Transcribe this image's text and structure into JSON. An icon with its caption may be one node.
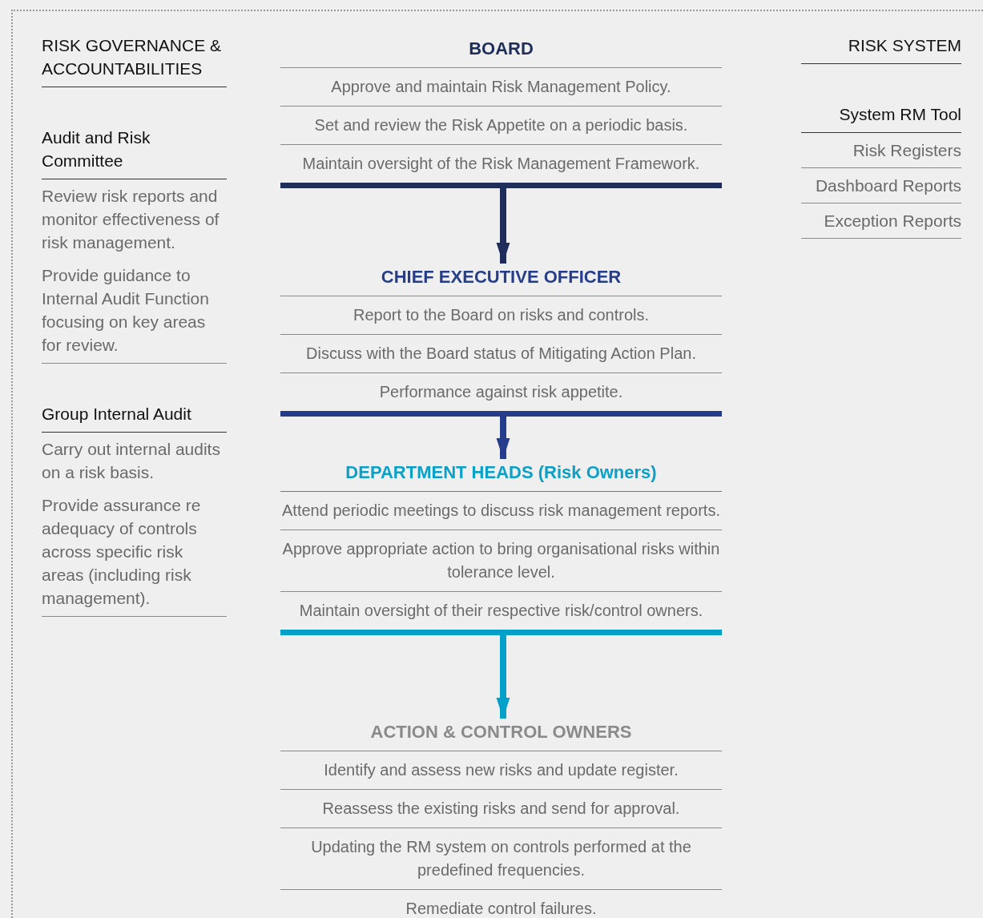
{
  "diagram": {
    "nodes": [
      {
        "text": [
          "BOARD",
          "Approve and maintain Risk Management Policy.",
          "Set and review the Risk Appetite on a periodic basis.",
          "Maintain oversight of the Risk Management Framework."
        ]
      },
      {
        "text": [
          "CHIEF EXECUTIVE OFFICER",
          "Report to the Board on risks and controls.",
          "Discuss with the Board status of Mitigating Action Plan.",
          "Performance against risk appetite."
        ]
      },
      {
        "text": [
          "DEPARTMENT HEADS (Risk Owners)",
          "Attend periodic meetings to discuss risk management reports.",
          "Approve appropriate action to bring organisational risks within tolerance level.",
          "Maintain oversight of their respective risk/control owners."
        ]
      },
      {
        "text": [
          "ACTION & CONTROL OWNERS",
          "Identify and assess new risks and update register.",
          "Reassess the existing risks and send for approval.",
          "Updating the RM system on controls performed at the predefined frequencies.",
          "Remediate control failures."
        ]
      }
    ],
    "edges": [
      {
        "from": 0,
        "to": 1,
        "arrow": "to",
        "color": "#1f2d5a"
      },
      {
        "from": 1,
        "to": 2,
        "arrow": "to",
        "color": "#263d8c"
      },
      {
        "from": 2,
        "to": 3,
        "arrow": "to",
        "color": "#00a0c8"
      }
    ],
    "labels": [
      "RISK GOVERNANCE & ACCOUNTABILITIES",
      "Audit and Risk Committee",
      "Review risk reports and monitor effectiveness of risk management.",
      "Provide guidance to Internal Audit Function focusing on key areas for review.",
      "Group Internal Audit",
      "Carry out internal audits on a risk basis.",
      "Provide assurance re adequacy of controls across specific risk areas (including risk management).",
      "RISK SYSTEM",
      "System RM Tool",
      "Risk Registers",
      "Dashboard Reports",
      "Exception Reports"
    ]
  }
}
